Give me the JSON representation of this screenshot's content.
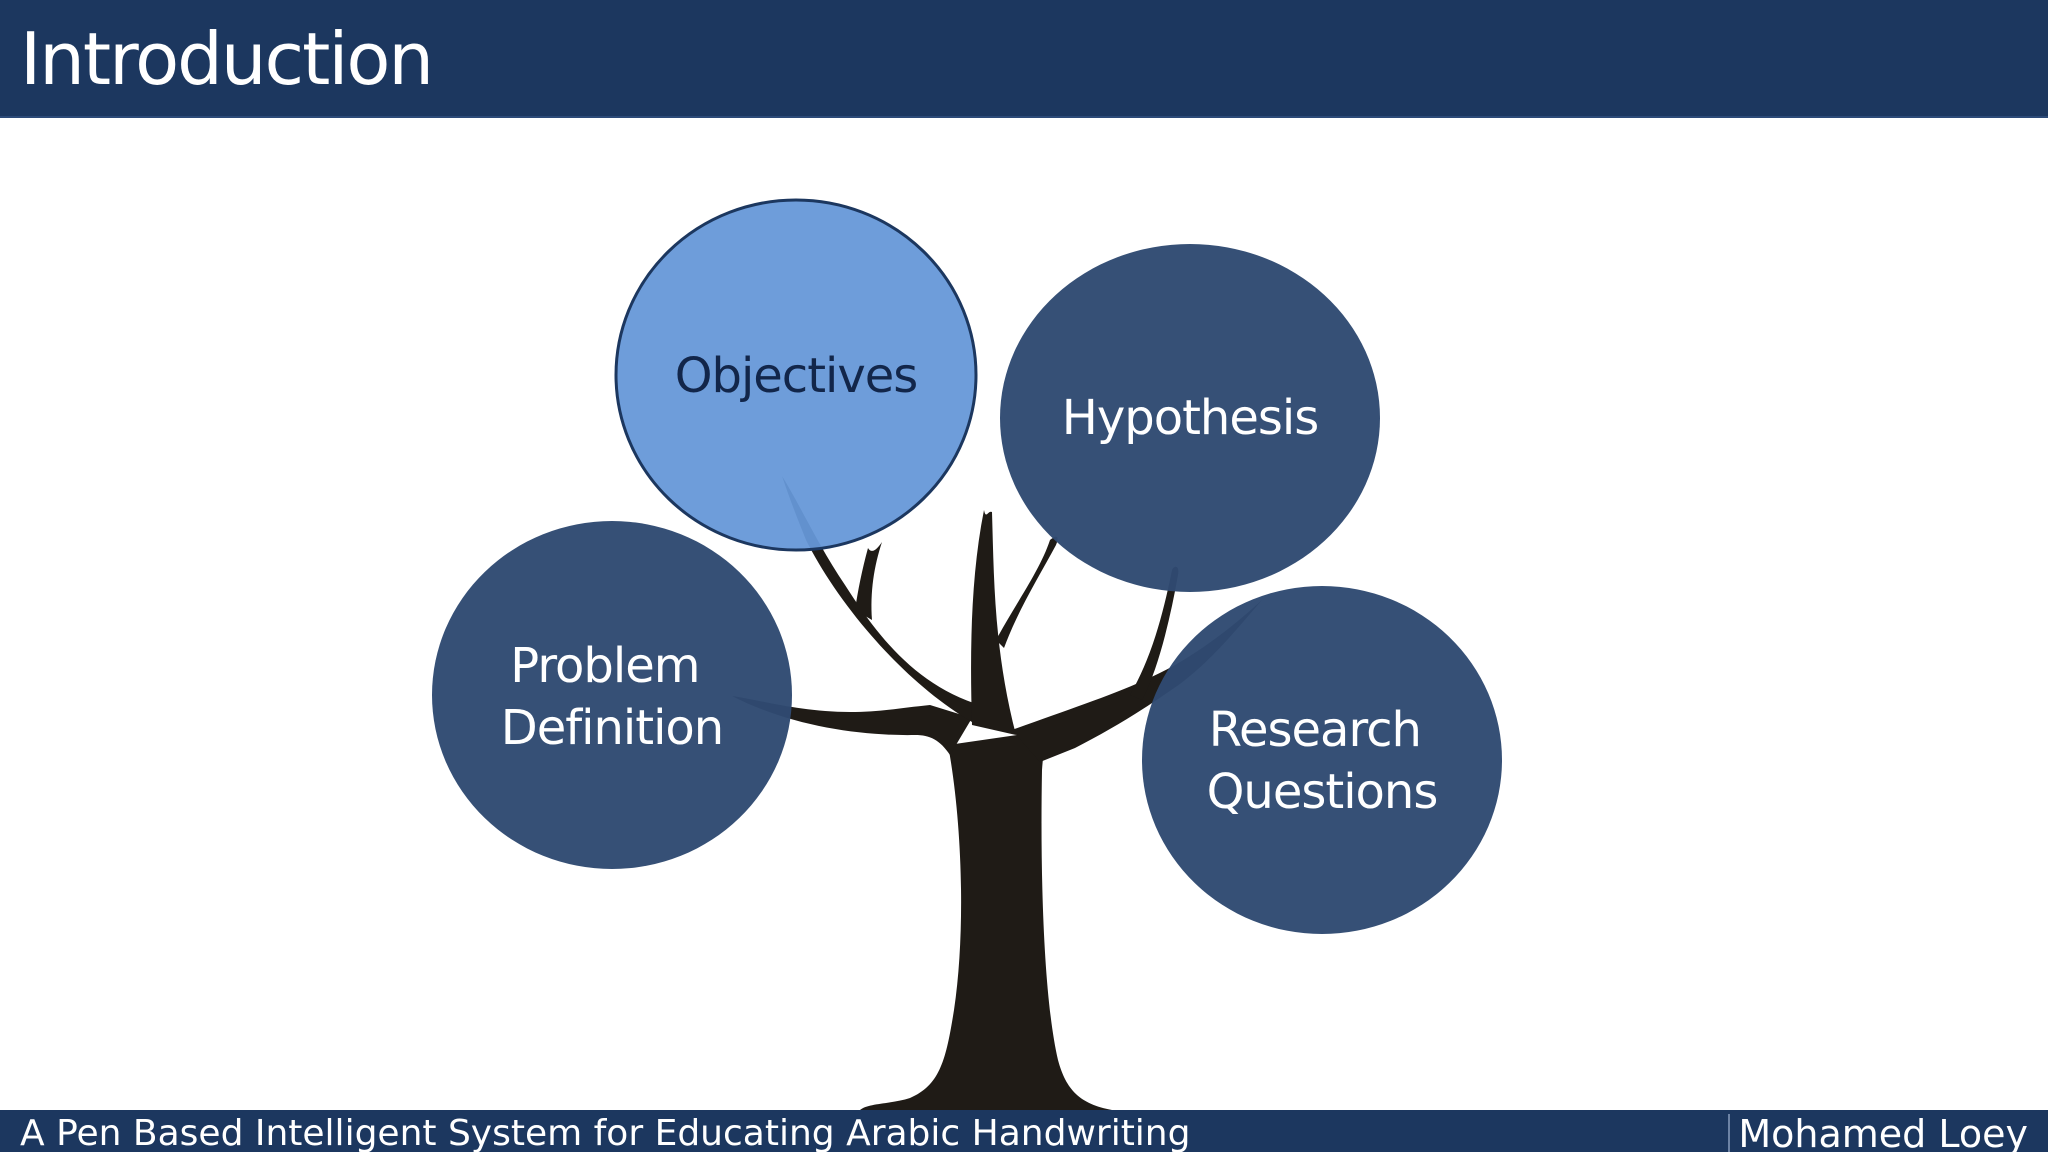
{
  "slide": {
    "title": "Introduction"
  },
  "diagram": {
    "bubbles": {
      "objectives": {
        "label": "Objectives",
        "fill": "#6698d8",
        "text_color": "#12264a"
      },
      "hypothesis": {
        "label": "Hypothesis",
        "fill": "#2f4a72",
        "text_color": "#ffffff"
      },
      "problem": {
        "line1": "Problem",
        "line2": "Definition",
        "fill": "#2f4a72",
        "text_color": "#ffffff"
      },
      "research": {
        "line1": "Research",
        "line2": "Questions",
        "fill": "#2f4a72",
        "text_color": "#ffffff"
      }
    },
    "tree_color": "#1f1b16"
  },
  "footer": {
    "presentation_title": "A Pen Based Intelligent System for Educating Arabic Handwriting",
    "author": "Mohamed Loey"
  },
  "theme": {
    "bar_color": "#1c375f"
  }
}
